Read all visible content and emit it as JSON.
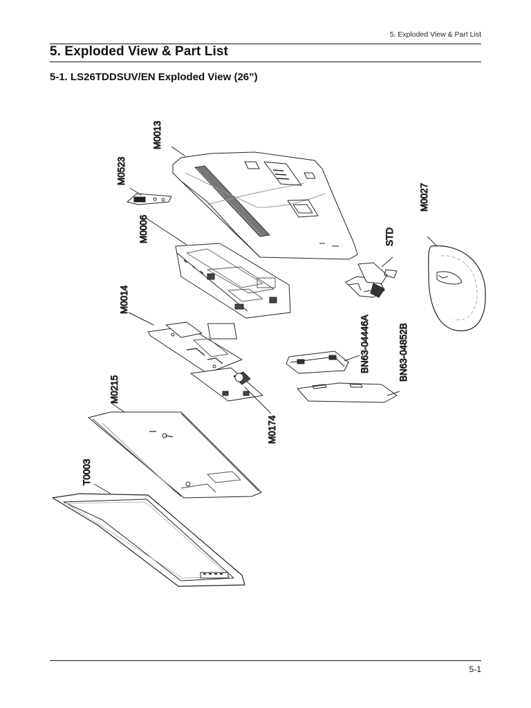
{
  "header": {
    "running_title": "5. Exploded View & Part List"
  },
  "page_title": "5. Exploded View & Part List",
  "section_title": "5-1. LS26TDDSUV/EN Exploded View (26”)",
  "parts": {
    "m0013": "M0013",
    "m0523": "M0523",
    "m0006": "M0006",
    "m0014": "M0014",
    "m0215": "M0215",
    "t0003": "T0003",
    "m0174": "M0174",
    "std": "STD",
    "m0027": "M0027",
    "bn63_04446a": "BN63-04446A",
    "bn63_04852b": "BN63-04852B"
  },
  "footer": {
    "page_number": "5-1"
  }
}
